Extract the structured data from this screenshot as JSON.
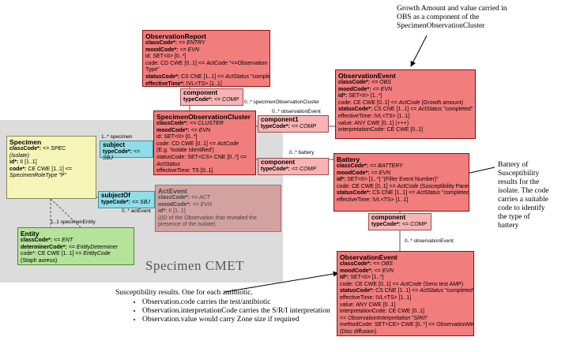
{
  "cmet_label": "Specimen CMET",
  "observation_report": {
    "title": "ObservationReport",
    "lines": [
      [
        {
          "t": "classCode*: ",
          "b": true
        },
        {
          "t": "<= ENTRY",
          "i": true
        }
      ],
      [
        {
          "t": "moodCode*: ",
          "b": true
        },
        {
          "t": "<= EVN",
          "i": true
        }
      ],
      [
        {
          "t": "id: SET<II> [0..*]"
        }
      ],
      [
        {
          "t": "code: CD CWE [0..1] <= "
        },
        {
          "t": "ActCode",
          "i": true
        },
        {
          "t": " \"<=Observation"
        }
      ],
      [
        {
          "t": "Type\""
        }
      ],
      [
        {
          "t": "statusCode*: ",
          "b": true
        },
        {
          "t": "CS CNE [1..1] <= "
        },
        {
          "t": "ActStatus",
          "i": true
        },
        {
          "t": " \"completed\""
        }
      ],
      [
        {
          "t": "effectiveTime*: ",
          "b": true
        },
        {
          "t": "IVL<TS> [1..1]"
        }
      ]
    ]
  },
  "specimen_observation_cluster": {
    "title": "SpecimenObservationCluster",
    "lines": [
      [
        {
          "t": "classCode*: ",
          "b": true
        },
        {
          "t": "<= CLUSTER",
          "i": true
        }
      ],
      [
        {
          "t": "moodCode*: ",
          "b": true
        },
        {
          "t": "<= EVN",
          "i": true
        }
      ],
      [
        {
          "t": "id: SET<II> [0..*]"
        }
      ],
      [
        {
          "t": "code: CD CWE [0..1] <= "
        },
        {
          "t": "ActCode",
          "i": true
        }
      ],
      [
        {
          "t": "(E.g. 'Isolate Identified')"
        }
      ],
      [
        {
          "t": "statusCode: SET<CS> CNE [0..*] <="
        }
      ],
      [
        {
          "t": "ActStatus",
          "i": true
        }
      ],
      [
        {
          "t": "effectiveTime: TS [0..1]"
        }
      ]
    ]
  },
  "observation_event_1": {
    "title": "ObservationEvent",
    "lines": [
      [
        {
          "t": "classCode*: ",
          "b": true
        },
        {
          "t": "<= OBS",
          "i": true
        }
      ],
      [
        {
          "t": "moodCode*: ",
          "b": true
        },
        {
          "t": "<= EVN",
          "i": true
        }
      ],
      [
        {
          "t": "id*: ",
          "b": true
        },
        {
          "t": "SET<II> [1..*]"
        }
      ],
      [
        {
          "t": "code: CE CWE [0..1] <= "
        },
        {
          "t": "ActCode",
          "i": true
        },
        {
          "t": " (Growth amount)"
        }
      ],
      [
        {
          "t": "statusCode*: ",
          "b": true
        },
        {
          "t": "CS CNE [1..1] <= "
        },
        {
          "t": "ActStatus",
          "i": true
        },
        {
          "t": " \"completed\""
        }
      ],
      [
        {
          "t": "effectiveTime: IVL<TS> [1..1]"
        }
      ],
      [
        {
          "t": "value: ANY CWE [0..1] (+++)"
        }
      ],
      [
        {
          "t": "interpretationCode: CE CWE [0..1]"
        }
      ]
    ]
  },
  "battery": {
    "title": "Battery",
    "lines": [
      [
        {
          "t": "classCode*: ",
          "b": true
        },
        {
          "t": "<= BATTERY",
          "i": true
        }
      ],
      [
        {
          "t": "moodCode*: ",
          "b": true
        },
        {
          "t": "<= EVN",
          "i": true
        }
      ],
      [
        {
          "t": "id*: ",
          "b": true
        },
        {
          "t": "SET<II> [1..*] \"(Filler Event Number)\""
        }
      ],
      [
        {
          "t": "code: CE CWE [0..1] <= "
        },
        {
          "t": "ActCode",
          "i": true
        },
        {
          "t": " (Susceptibility Panel)"
        }
      ],
      [
        {
          "t": "statusCode*: ",
          "b": true
        },
        {
          "t": "CS CNE [1..1] <= "
        },
        {
          "t": "ActStatus",
          "i": true
        },
        {
          "t": " \"completed\""
        }
      ],
      [
        {
          "t": "effectiveTime: IVL<TS> [1..1]"
        }
      ]
    ]
  },
  "observation_event_2": {
    "title": "ObservationEvent",
    "lines": [
      [
        {
          "t": "classCode*: ",
          "b": true
        },
        {
          "t": "<= OBS",
          "i": true
        }
      ],
      [
        {
          "t": "moodCode*: ",
          "b": true
        },
        {
          "t": "<= EVN",
          "i": true
        }
      ],
      [
        {
          "t": "id*: ",
          "b": true
        },
        {
          "t": "SET<II> [1..*]"
        }
      ],
      [
        {
          "t": "code: CE CWE [0..1] <= "
        },
        {
          "t": "ActCode",
          "i": true
        },
        {
          "t": " (Sens test AMP)"
        }
      ],
      [
        {
          "t": "statusCode*: ",
          "b": true
        },
        {
          "t": "CS CNE [1..1] <= "
        },
        {
          "t": "ActStatus",
          "i": true
        },
        {
          "t": " \"completed\""
        }
      ],
      [
        {
          "t": "effectiveTime: IVL<TS> [1..1]"
        }
      ],
      [
        {
          "t": "value: ANY CWE [0..1]"
        }
      ],
      [
        {
          "t": "interpretationCode: CE CWE [0..1]"
        }
      ],
      [
        {
          "t": " <= "
        },
        {
          "t": "ObservationInterpretation",
          "i": true
        },
        {
          "t": " \"S/R/I\""
        }
      ],
      [
        {
          "t": "methodCode: SET<CE> CWE [0..*] <= "
        },
        {
          "t": "ObservationMethod",
          "i": true
        }
      ],
      [
        {
          "t": "(Disc diffusion)"
        }
      ]
    ]
  },
  "specimen": {
    "title": "Specimen",
    "lines": [
      [
        {
          "t": "classCode*: ",
          "b": true
        },
        {
          "t": "<= SPEC",
          "i": true
        }
      ],
      [
        {
          "t": "(isolate)",
          "i": true
        }
      ],
      [
        {
          "t": "id*: ",
          "b": true
        },
        {
          "t": "II [1..1]"
        }
      ],
      [
        {
          "t": "code*: ",
          "b": true
        },
        {
          "t": "CE CWE [1..1] <="
        }
      ],
      [
        {
          "t": "SpecimenRoleType",
          "i": true
        },
        {
          "t": " \"P\""
        }
      ]
    ]
  },
  "entity": {
    "title": "Entity",
    "lines": [
      [
        {
          "t": "classCode*: ",
          "b": true
        },
        {
          "t": "<= ENT",
          "i": true
        }
      ],
      [
        {
          "t": "determinerCode*: ",
          "b": true
        },
        {
          "t": "<= EntityDeterminer",
          "i": true
        }
      ],
      [
        {
          "t": "code*: CE CWE [1..1] <= "
        },
        {
          "t": "EntityCode",
          "i": true
        }
      ],
      [
        {
          "t": "(Staph aureus)"
        }
      ]
    ]
  },
  "act_event": {
    "title": "ActEvent",
    "lines": [
      [
        {
          "t": "classCode*: ",
          "b": true
        },
        {
          "t": "<= ACT",
          "i": true
        }
      ],
      [
        {
          "t": "moodCode*: ",
          "b": true
        },
        {
          "t": "<= EVN",
          "i": true
        }
      ],
      [
        {
          "t": "id*: ",
          "b": true
        },
        {
          "t": "II [1..1]"
        }
      ],
      [
        {
          "t": "((ID of the Observation that revealed the"
        }
      ],
      [
        {
          "t": "presence of the isolate)"
        }
      ]
    ]
  },
  "connectors": {
    "component_report": {
      "title": "component",
      "type": "typeCode*: ",
      "val": "<= COMP"
    },
    "component1": {
      "title": "component1",
      "type": "typeCode*: ",
      "val": "<= COMP"
    },
    "component_battery": {
      "title": "component",
      "type": "typeCode*: ",
      "val": "<= COMP"
    },
    "component_obs": {
      "title": "component",
      "type": "typeCode*: ",
      "val": "<= COMP"
    },
    "subject": {
      "title": "subject",
      "type": "typeCode*: ",
      "val": "<= SBJ"
    },
    "subject_of": {
      "title": "subjectOf",
      "type": "typeCode*: ",
      "val": "<= SBJ"
    }
  },
  "multiplicity": {
    "specimen_observation_cluster": "0..* specimenObservationCluster",
    "observation_event": "0..* observationEvent",
    "battery": "0..* battery",
    "specimen": "1..* specimen",
    "act_event": "0..* actEvent",
    "specimen_entity": "1..1 specimenEntity",
    "observation_event_2": "0..* observationEvent"
  },
  "notes": {
    "growth": [
      "Growth Amount and value carried in",
      "OBS  as a component of the",
      "SpecimenObservationCluster"
    ],
    "battery": [
      "Battery of",
      "Susceptibility",
      "results for the",
      "isolate. The code",
      "carries a suitable",
      "code to identify",
      "the type of",
      "battery"
    ],
    "susceptibility_title": "Susceptibility results. One for each antibiotic.",
    "susceptibility_items": [
      "Observation.code carries the test/antibiotic",
      "Observation.interpretationCode carries the S/R/I interpretation",
      "Observation.value would carry Zone size if required"
    ]
  }
}
